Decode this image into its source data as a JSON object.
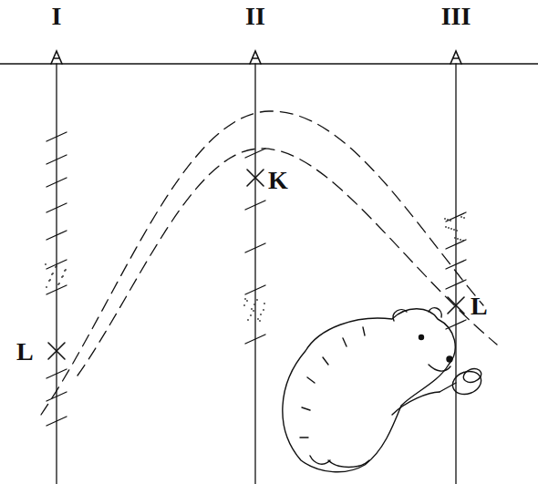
{
  "diagram": {
    "labels": [
      "I",
      "II",
      "III",
      "K",
      "L",
      "L"
    ]
  }
}
